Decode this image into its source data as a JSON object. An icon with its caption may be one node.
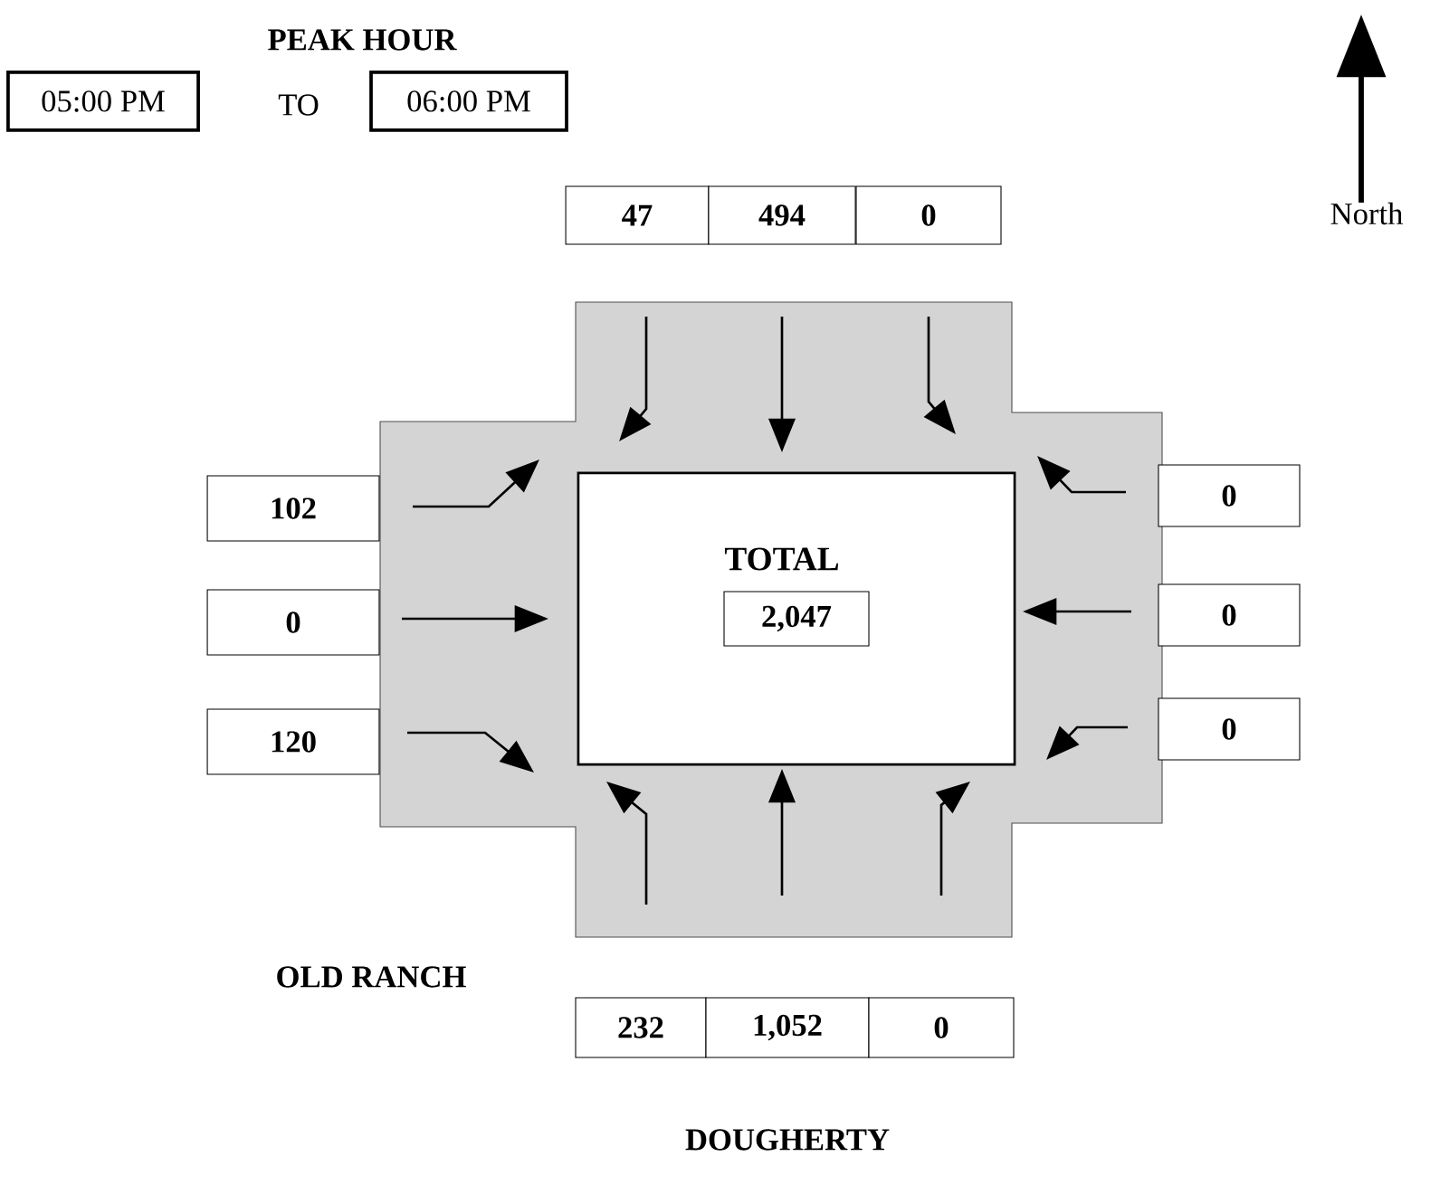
{
  "diagram": {
    "nodes": [
      {
        "text": [
          "05:00 PM"
        ]
      },
      {
        "text": [
          "06:00 PM"
        ]
      },
      {
        "text": [
          "47"
        ]
      },
      {
        "text": [
          "494"
        ]
      },
      {
        "text": [
          "0"
        ]
      },
      {
        "text": [
          "102"
        ]
      },
      {
        "text": [
          "0"
        ]
      },
      {
        "text": [
          "120"
        ]
      },
      {
        "text": [
          "0"
        ]
      },
      {
        "text": [
          "0"
        ]
      },
      {
        "text": [
          "0"
        ]
      },
      {
        "text": [
          "TOTAL"
        ]
      },
      {
        "text": [
          "2,047"
        ],
        "in": 11
      },
      {
        "text": [
          "232"
        ]
      },
      {
        "text": [
          "1,052"
        ]
      },
      {
        "text": [
          "0"
        ]
      }
    ],
    "labels": [
      "PEAK HOUR",
      "TO",
      "North",
      "OLD RANCH",
      "DOUGHERTY"
    ]
  }
}
